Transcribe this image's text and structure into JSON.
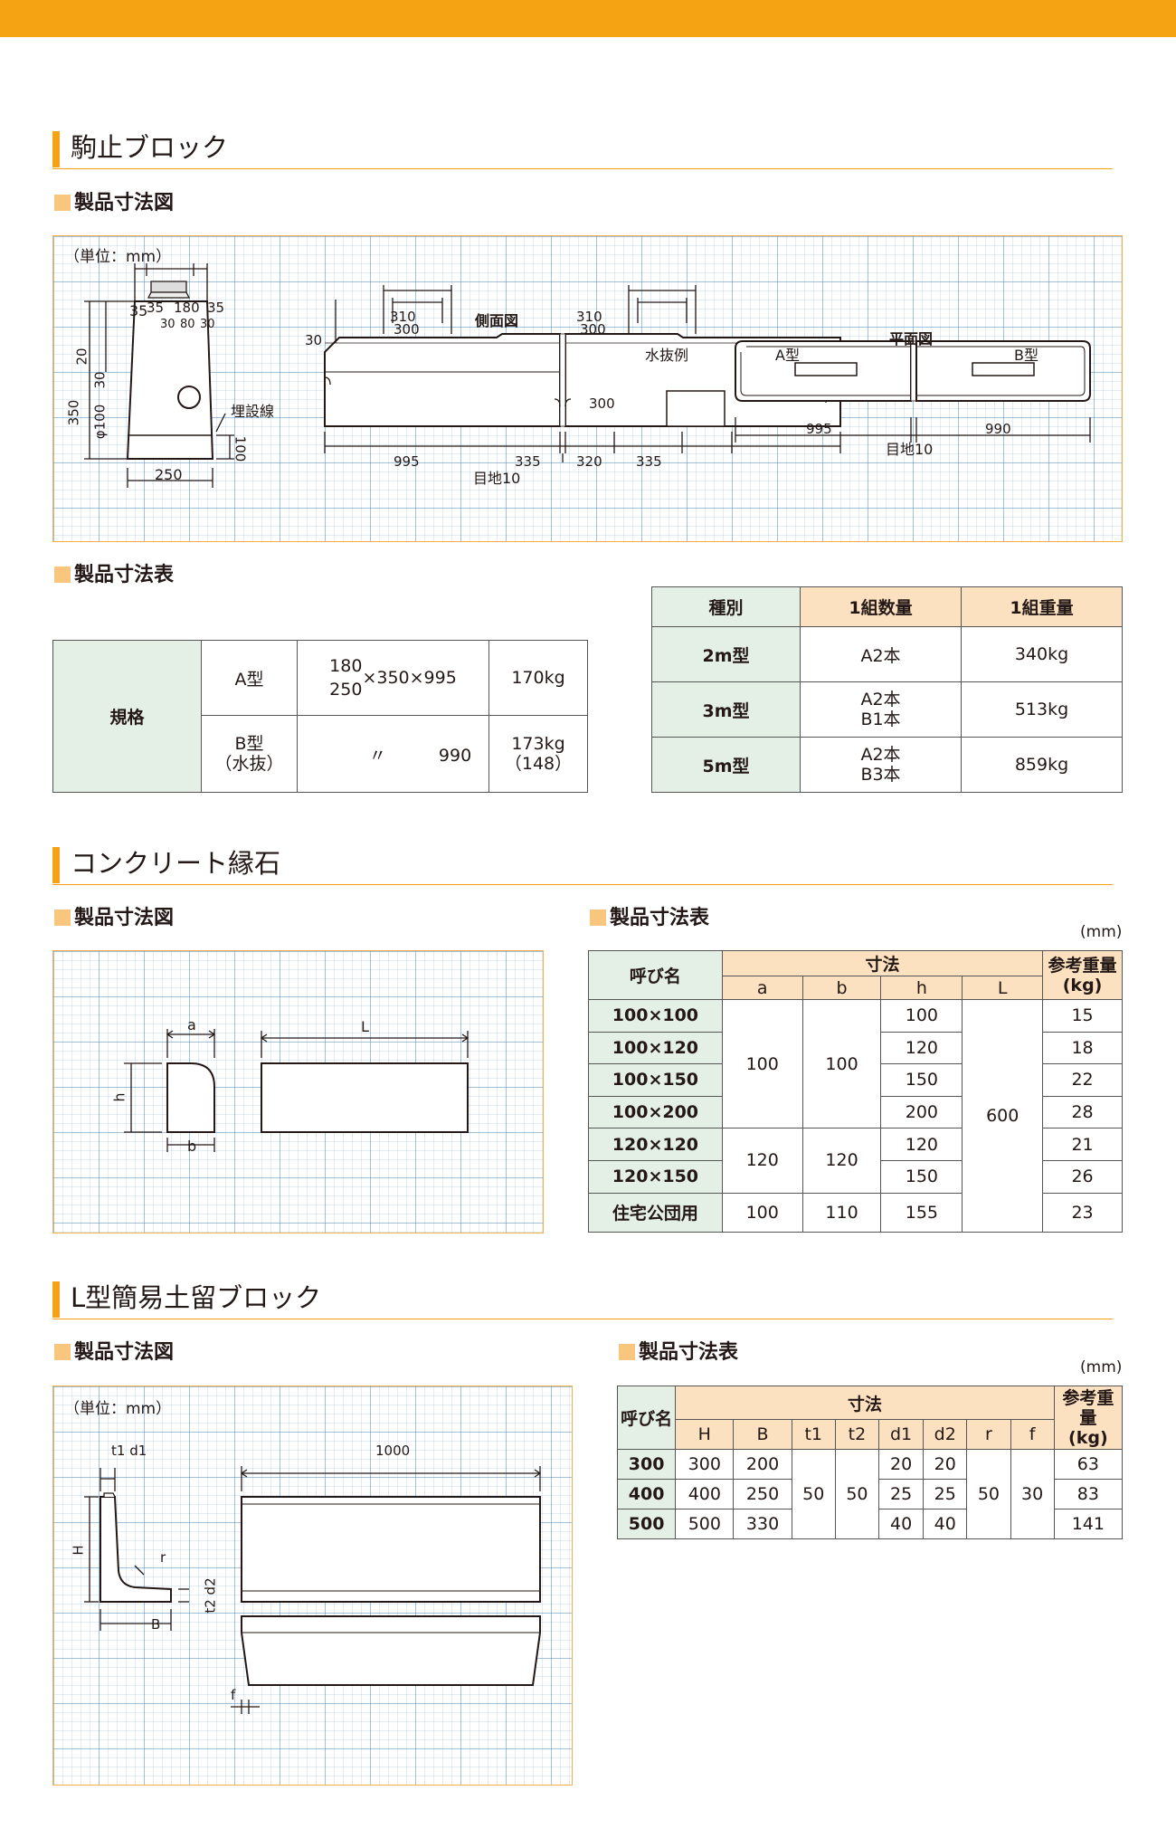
{
  "sections": [
    {
      "title": "駒止ブロック",
      "diagram_label": "製品寸法図",
      "table_label": "製品寸法表"
    },
    {
      "title": "コンクリート縁石",
      "diagram_label": "製品寸法図",
      "table_label": "製品寸法表"
    },
    {
      "title": "L型簡易土留ブロック",
      "diagram_label": "製品寸法図",
      "table_label": "製品寸法表"
    }
  ],
  "komadome": {
    "diagram": {
      "unit": "（単位：mm）",
      "front": {
        "dims_top": [
          "35",
          "180",
          "35"
        ],
        "dims_top2": [
          "30",
          "80",
          "30"
        ],
        "left_dims": [
          "20",
          "30",
          "350",
          "φ100"
        ],
        "right_dim": "100",
        "bottom": "250",
        "label_buried": "埋設線"
      },
      "side": {
        "label": "側面図",
        "top_dims": [
          "310",
          "300",
          "310",
          "300"
        ],
        "left": "30",
        "drain_label": "水抜例",
        "hole": "300",
        "bottom": [
          "995",
          "335",
          "320",
          "335"
        ],
        "joint": "目地10"
      },
      "plan": {
        "label": "平面図",
        "type_a": "A型",
        "type_b": "B型",
        "bottom": [
          "995",
          "990"
        ],
        "joint": "目地10"
      }
    },
    "spec_table": {
      "header": "規格",
      "rows": [
        {
          "type": "A型",
          "dim_top": "180",
          "dim_bottom": "250",
          "dim_rest": "×350×995",
          "weight": "170kg"
        },
        {
          "type": "B型",
          "type2": "（水抜）",
          "dim_mark": "〃",
          "dim_rest": "990",
          "weight": "173kg",
          "weight2": "（148）"
        }
      ]
    },
    "set_table": {
      "headers": [
        "種別",
        "1組数量",
        "1組重量"
      ],
      "rows": [
        {
          "kind": "2m型",
          "qty": [
            "A2本"
          ],
          "weight": "340kg"
        },
        {
          "kind": "3m型",
          "qty": [
            "A2本",
            "B1本"
          ],
          "weight": "513kg"
        },
        {
          "kind": "5m型",
          "qty": [
            "A2本",
            "B3本"
          ],
          "weight": "859kg"
        }
      ]
    }
  },
  "curb": {
    "diagram": {
      "a": "a",
      "b": "b",
      "h": "h",
      "L": "L"
    },
    "table": {
      "unit": "(mm)",
      "h_name": "呼び名",
      "h_dim": "寸法",
      "h_weight1": "参考重量",
      "h_weight2": "(kg)",
      "cols": [
        "a",
        "b",
        "h",
        "L"
      ],
      "names": [
        "100×100",
        "100×120",
        "100×150",
        "100×200",
        "120×120",
        "120×150",
        "住宅公団用"
      ],
      "a": [
        "100",
        "120",
        "100"
      ],
      "b": [
        "100",
        "120",
        "110"
      ],
      "h": [
        "100",
        "120",
        "150",
        "200",
        "120",
        "150",
        "155"
      ],
      "L": "600",
      "weights": [
        "15",
        "18",
        "22",
        "28",
        "21",
        "26",
        "23"
      ]
    }
  },
  "lblock": {
    "diagram": {
      "unit": "（単位：mm）",
      "top_left": "t1 d1",
      "length": "1000",
      "H": "H",
      "r": "r",
      "B": "B",
      "t2d2": "t2 d2",
      "f": "f"
    },
    "table": {
      "unit": "(mm)",
      "h_name": "呼び名",
      "h_dim": "寸法",
      "h_weight1": "参考重量",
      "h_weight2": "(kg)",
      "cols": [
        "H",
        "B",
        "t1",
        "t2",
        "d1",
        "d2",
        "r",
        "f"
      ],
      "names": [
        "300",
        "400",
        "500"
      ],
      "H": [
        "300",
        "400",
        "500"
      ],
      "B": [
        "200",
        "250",
        "330"
      ],
      "t1": "50",
      "t2": "50",
      "d1": [
        "20",
        "25",
        "40"
      ],
      "d2": [
        "20",
        "25",
        "40"
      ],
      "r": "50",
      "f": "30",
      "weights": [
        "63",
        "83",
        "141"
      ]
    }
  }
}
